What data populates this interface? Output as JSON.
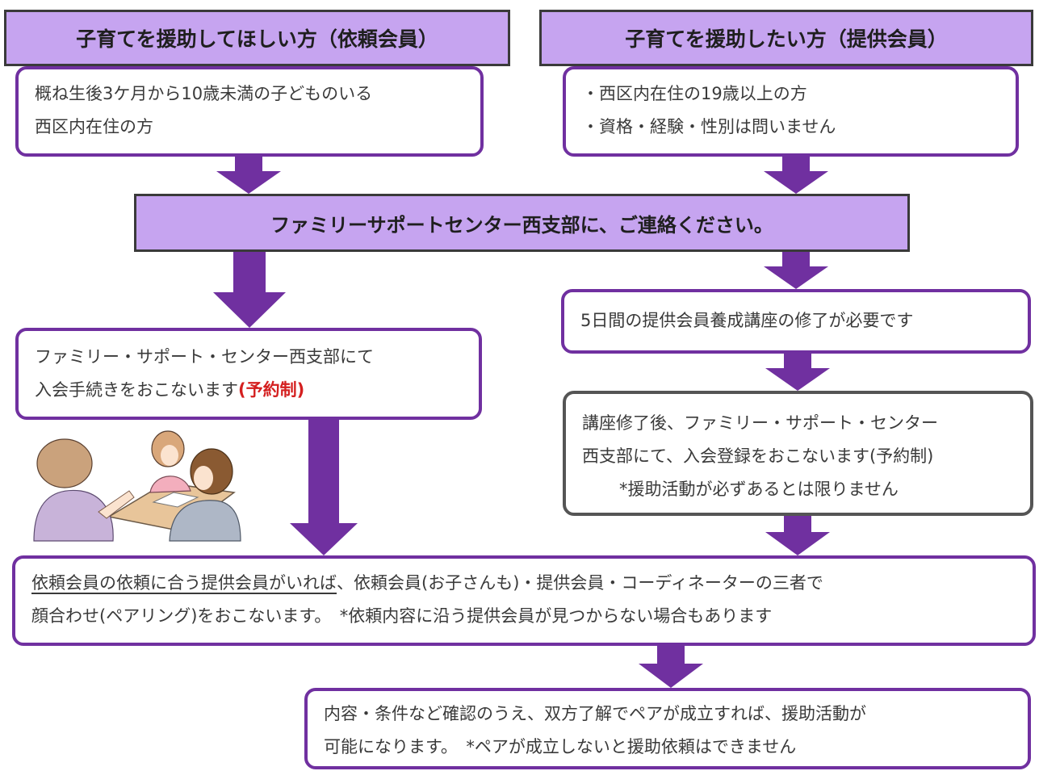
{
  "colors": {
    "header_fill": "#c6a4f0",
    "arrow": "#7030a0",
    "box_border": "#7030a0",
    "emphasis_red": "#d41f1f"
  },
  "headers": {
    "requester": "子育てを援助してほしい方（依頼会員）",
    "provider": "子育てを援助したい方（提供会員）",
    "center": "ファミリーサポートセンター西支部に、ご連絡ください。"
  },
  "requester_box": {
    "line1": "概ね生後3ケ月から10歳未満の子どものいる",
    "line2": "西区内在住の方"
  },
  "provider_box": {
    "line1": "・西区内在住の19歳以上の方",
    "line2": "・資格・経験・性別は問いません"
  },
  "requester_join_box": {
    "line1": "ファミリー・サポート・センター西支部にて",
    "line2_text": "入会手続きをおこないます",
    "line2_emphasis": "(予約制)"
  },
  "provider_course_box": {
    "line1": "5日間の提供会員養成講座の修了が必要です"
  },
  "provider_register_box": {
    "line1": "講座修了後、ファミリー・サポート・センター",
    "line2": "西支部にて、入会登録をおこないます(予約制)",
    "line3": "*援助活動が必ずあるとは限りません"
  },
  "pairing_box": {
    "line1_underlined": "依頼会員の依頼に合う提供会員がいれば",
    "line1_rest": "、依頼会員(お子さんも)・提供会員・コーディネーターの三者で",
    "line2": "顔合わせ(ペアリング)をおこないます。　*依頼内容に沿う提供会員が見つからない場合もあります"
  },
  "final_box": {
    "line1": "内容・条件など確認のうえ、双方了解でペアが成立すれば、援助活動が",
    "line2": "可能になります。　*ペアが成立しないと援助依頼はできません"
  },
  "illustration": {
    "icon": "meeting-illustration-icon"
  }
}
